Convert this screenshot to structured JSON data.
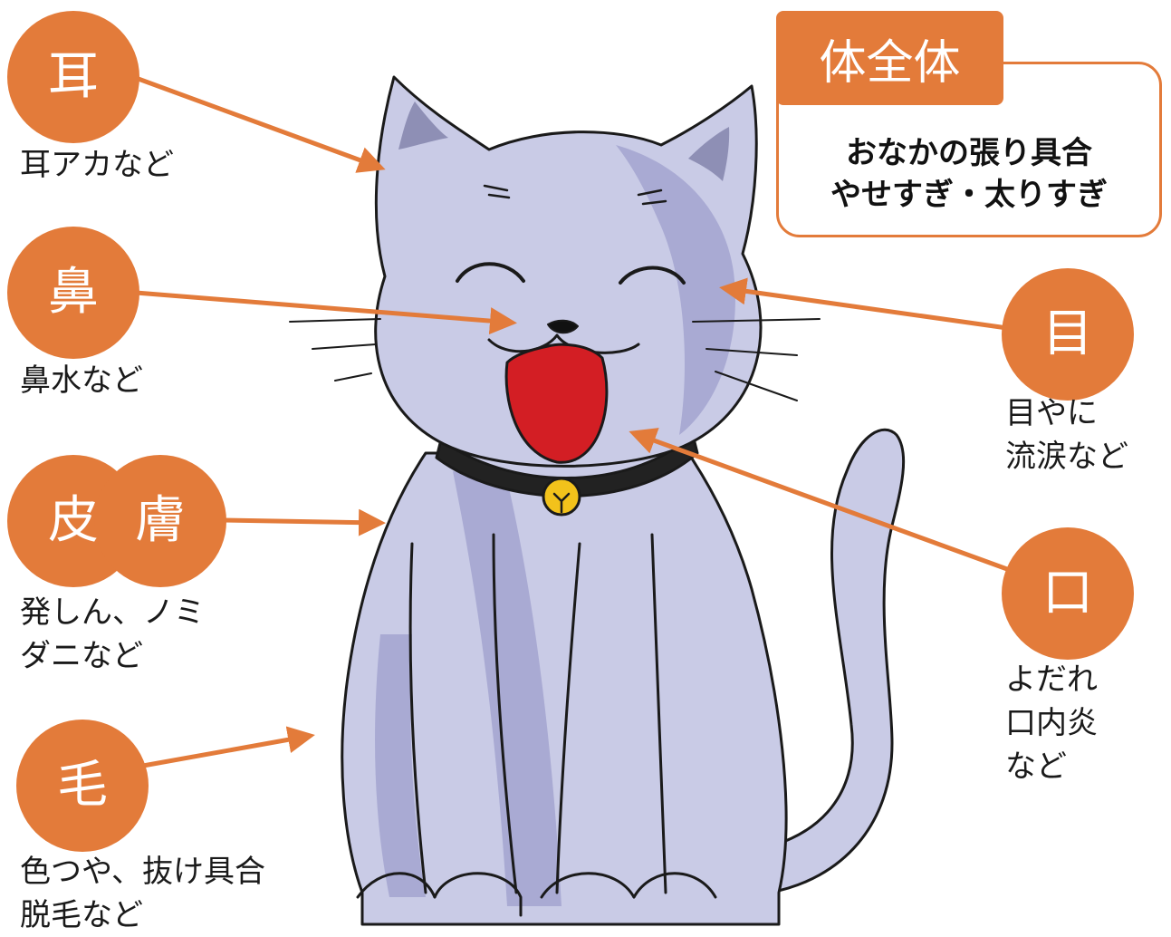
{
  "colors": {
    "accent": "#e37b3a",
    "cat_body": "#c9cbe6",
    "cat_shade": "#a9aad3",
    "mouth": "#d31e24",
    "bell": "#f2c21b",
    "outline": "#1a1a1a"
  },
  "items": {
    "ear": {
      "title": "耳",
      "desc": [
        "耳アカなど"
      ]
    },
    "nose": {
      "title": "鼻",
      "desc": [
        "鼻水など"
      ]
    },
    "skin": {
      "title_left": "皮",
      "title_right": "膚",
      "desc": [
        "発しん、ノミ",
        "ダニなど"
      ]
    },
    "fur": {
      "title": "毛",
      "desc": [
        "色つや、抜け具合",
        "脱毛など"
      ]
    },
    "eye": {
      "title": "目",
      "desc": [
        "目やに",
        "流涙など"
      ]
    },
    "mouth": {
      "title": "口",
      "desc": [
        "よだれ",
        "口内炎",
        "など"
      ]
    }
  },
  "body": {
    "title": "体全体",
    "desc": [
      "おなかの張り具合",
      "やせすぎ・太りすぎ"
    ]
  },
  "icons": {
    "cat": "cat-illustration",
    "bell": "bell-icon"
  }
}
